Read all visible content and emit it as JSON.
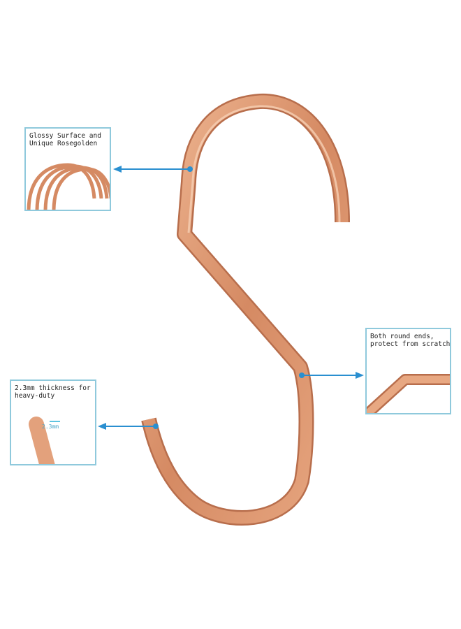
{
  "product": {
    "color": "#d9936f",
    "accent_arrow_color": "#2a8fd0",
    "box_border_color": "#8fc9dc"
  },
  "callouts": [
    {
      "caption_line1": "Glossy Surface and",
      "caption_line2": "Unique Rosegolden"
    },
    {
      "caption_line1": "2.3mm thickness for",
      "caption_line2": "heavy-duty",
      "measure_label": "2.3mm"
    },
    {
      "caption_line1": "Both round ends,",
      "caption_line2": "protect from scratching"
    }
  ]
}
